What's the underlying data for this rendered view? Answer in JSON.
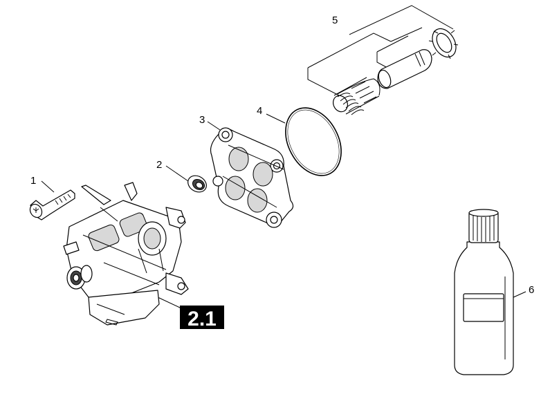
{
  "callouts": {
    "c1": "1",
    "c2": "2",
    "c3": "3",
    "c4": "4",
    "c5": "5",
    "c6": "6"
  },
  "badge": "2.1"
}
